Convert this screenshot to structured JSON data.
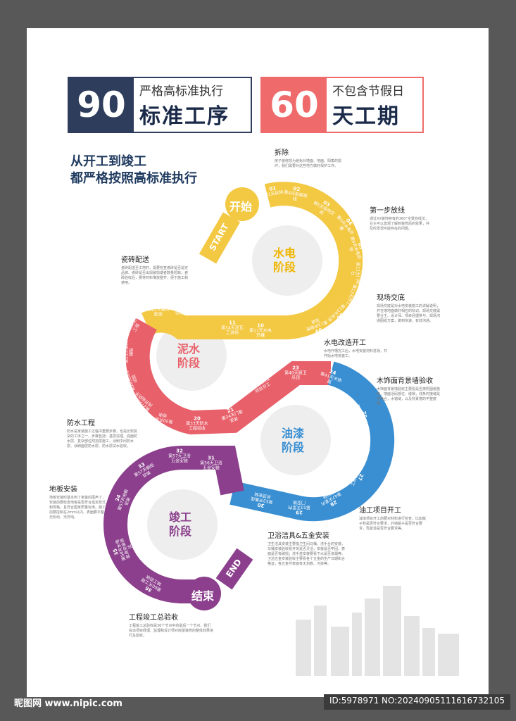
{
  "colors": {
    "navy": "#2f3d5c",
    "coral": "#ef6b6b",
    "yellow": "#f3c843",
    "red": "#e8606a",
    "blue": "#3a8fd2",
    "purple": "#8b3f8c"
  },
  "badge_left": {
    "number": "90",
    "subtitle": "严格高标准执行",
    "title": "标准工序"
  },
  "badge_right": {
    "number": "60",
    "subtitle": "不包含节假日",
    "title": "天工期"
  },
  "headline": [
    "从开工到竣工",
    "都严格按照高标准执行"
  ],
  "stages": {
    "start_tag": "START",
    "start": "开始",
    "hydro": [
      "水电",
      "阶段"
    ],
    "mud": [
      "泥水",
      "阶段"
    ],
    "paint": [
      "油漆",
      "阶段"
    ],
    "finish": [
      "竣工",
      "阶段"
    ],
    "end_tag": "END",
    "end": "结束"
  },
  "notes": {
    "demolish": {
      "title": "拆除",
      "body": "房子装修前为避免对墙面、地面、阳角的损坏，我们需要对这些地方做好保护工作。"
    },
    "layout": {
      "title": "第一步放线",
      "body": "通过XX装饰特有的360°全景放线法，业主可以直观了解到装修后的效果，并及时发现可能存在的问题。"
    },
    "handover": {
      "title": "现场交底",
      "body": "现场交底是对水电安装施工的详解说明，并在墙地面做好相应的标识。现场交底需要业主、设计师、项目经理参与，现场沟通图纸方案，做到快速、有效沟通。"
    },
    "tile": {
      "title": "瓷砖配送",
      "body": "瓷砖配送至工地时，需要检查瓷砖是否是定品牌、瓷砖是否出现破损或者数量短缺，瓷砖验收后，要将材料堆放整齐，便于施工和使用。"
    },
    "hydro_start": {
      "title": "水电改造开工",
      "body": "水电开槽完工后，水电安装材料进场，并开始水电安装工。"
    },
    "wood": {
      "title": "木饰面背景墙验收",
      "body": "木饰面背景墙验收主要看是否按照图纸施做，墙面活码部位、缝隙，线条的接缝是否吻合，木错缝，以及背景墙的平整度等。"
    },
    "waterproof": {
      "title": "防水工程",
      "body": "防水是家装施工过程中重要步骤，也是比较复杂的工序之一，步骤包括：基层清理、底面防水层、复杂部位附加层施工、涂刷中间防水层、涂刷面层防水层、防水层试水验收。"
    },
    "floor": {
      "title": "地板安装",
      "body": "地板安装时基本到了家装的尾声了，安装前要检查地板是否符合指定款式和规格，且符合国家质量标准。施工前要控制在2mm以内，表面要平整、无松动、无异响。"
    },
    "sanitary": {
      "title": "卫浴洁具&五金安装",
      "body": "卫生洁具安装主要指卫生间马桶、洗手台的安装，马桶安装验收看开关是否灵活，安装是否牢固，表面是否有破损；洗手盆安装要看下水是否渗漏等。卫浴五金安装验收主要看各个五金的生产日期和合格证，各五金件表面有无划痕、污染等。"
    },
    "paint_start": {
      "title": "油工项目开工",
      "body": "油漆项目开工前要对材料进行检查，比如腻子粉是否符合要求，外墙腻子是否符合要求，乳胶漆是否符合要求等。"
    },
    "final": {
      "title": "工程竣工总验收",
      "body": "工程竣工总验收是36个节点中的最后一个节点，我们会派项目经理、监理和设计师对房屋装修的整体效果进行总验收。"
    }
  },
  "yellow_steps": [
    {
      "n": "01",
      "t": "第1天拆除"
    },
    {
      "n": "02",
      "t": "第4天前期放线"
    },
    {
      "n": "03",
      "t": "第5天现场交底"
    },
    {
      "n": "04",
      "t": "第5天水电开槽"
    },
    {
      "n": "05",
      "t": "第6天水电验收"
    },
    {
      "n": "06",
      "t": "第12天门框石"
    },
    {
      "n": "07",
      "t": "第12天开工"
    },
    {
      "n": "08",
      "t": "第13天吊顶"
    },
    {
      "n": "09",
      "t": "第13天暗管验收"
    },
    {
      "n": "10",
      "t": "第11天水电开槽"
    },
    {
      "n": "11",
      "t": "第14天泥瓦工进场"
    },
    {
      "n": "12",
      "t": "第15天吊顶"
    },
    {
      "n": "13",
      "t": "第21天木工验收"
    },
    {
      "n": "14",
      "t": "第22天瓷砖配送"
    }
  ],
  "red_steps": [
    {
      "n": "15",
      "t": "第23天防水工程"
    },
    {
      "n": "16",
      "t": "第25天瓷砖铺贴"
    },
    {
      "n": "17",
      "t": "第26天闭水试验"
    },
    {
      "n": "18",
      "t": "第27天卫生间开始防水"
    },
    {
      "n": "19",
      "t": "第30天瓷砖验收"
    },
    {
      "n": "20",
      "t": "第33天防水工程验收"
    },
    {
      "n": "21",
      "t": "第34天门套安装"
    },
    {
      "n": "22",
      "t": "第35天木工项目开工"
    },
    {
      "n": "23",
      "t": "第40天厨卫吊顶"
    },
    {
      "n": "24",
      "t": "第41天木饰面"
    }
  ],
  "blue_steps": [
    {
      "n": "25",
      "t": "第45天木工项目验收"
    },
    {
      "n": "26",
      "t": "第45天油漆验收"
    },
    {
      "n": "27",
      "t": "第46天油工项目开工"
    },
    {
      "n": "28",
      "t": "第47天室内门安装"
    },
    {
      "n": "29",
      "t": "第53天室内门安装"
    },
    {
      "n": "30",
      "t": "第53天集成吊顶安装"
    }
  ],
  "purple_steps": [
    {
      "n": "31",
      "t": "第56天卫浴五金安装"
    },
    {
      "n": "32",
      "t": "第57天卫浴五金安装"
    },
    {
      "n": "33",
      "t": "第57天橱柜安装"
    },
    {
      "n": "34",
      "t": "第57天地板安装"
    },
    {
      "n": "35",
      "t": "第58天水电家具安装调试"
    },
    {
      "n": "36",
      "t": "第60天工程竣工验收"
    }
  ],
  "footer": {
    "left": "昵图网 www.nipic.com",
    "right": "ID:5978971 NO:20240905111616732105"
  }
}
